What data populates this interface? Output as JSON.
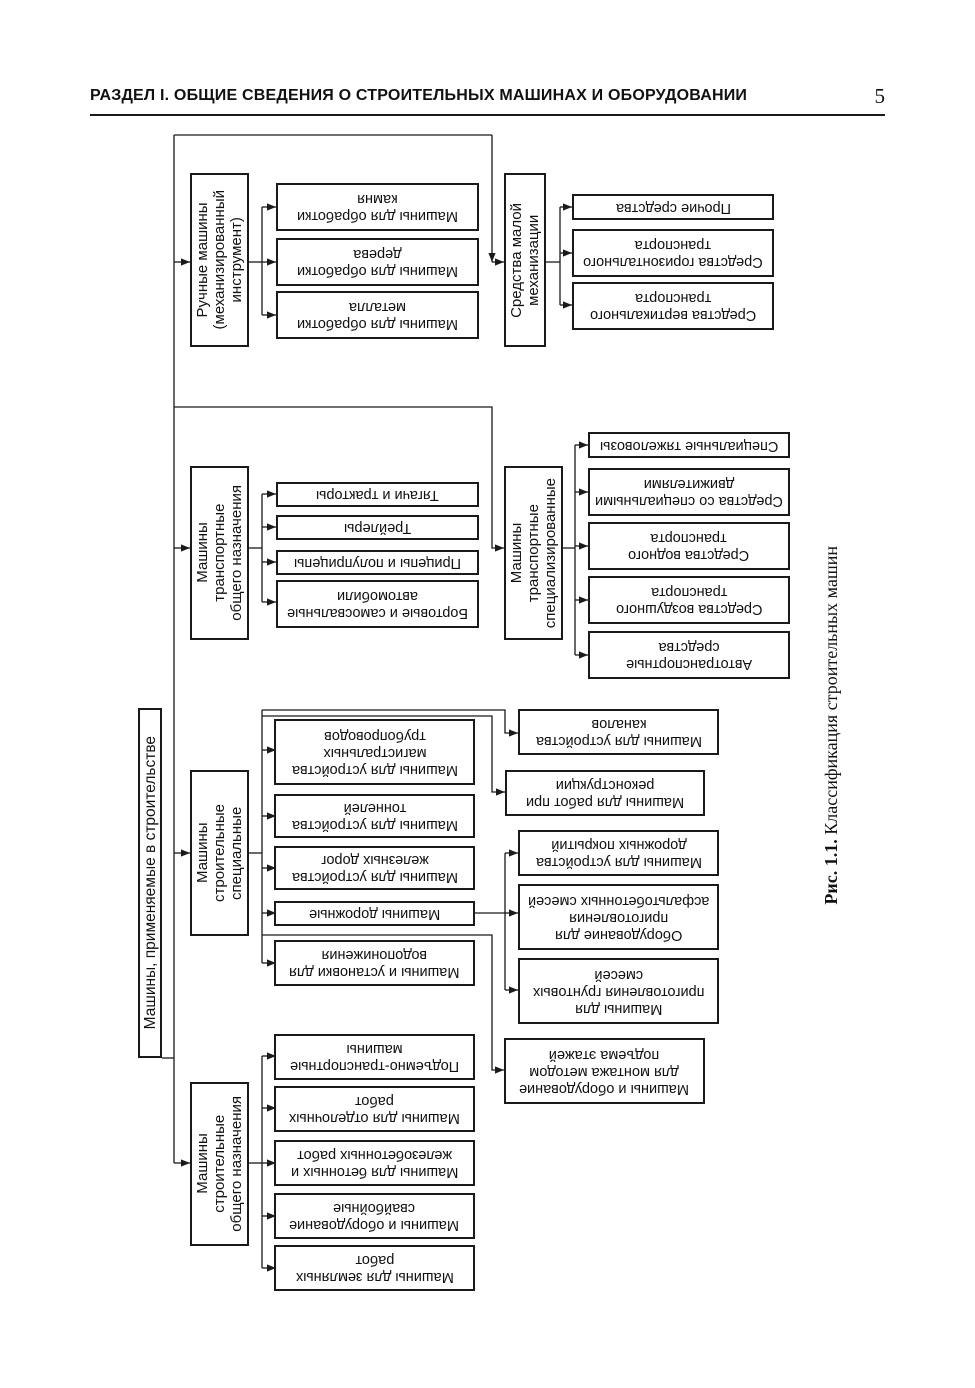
{
  "header": {
    "section_title": "Раздел I. Общие сведения о строительных машинах и оборудовании",
    "page_number": "5"
  },
  "diagram": {
    "root": "Машины, применяемые в строительстве",
    "groups": {
      "manual": {
        "label": "Ручные машины\n(механизированный\nинструмент)",
        "items": [
          "Машины для обработки\nкамня",
          "Машины для обработки\nдерева",
          "Машины для обработки\nметалла"
        ],
        "side_label": "Средства малой\nмеханизации",
        "side_items": [
          "Прочие средства",
          "Средства горизонтального\nтранспорта",
          "Средства вертикального\nтранспорта"
        ]
      },
      "transport": {
        "label": "Машины\nтранспортные\nобщего назначения",
        "items": [
          "Тягачи и тракторы",
          "Трейлеры",
          "Прицепы и полуприцепы",
          "Бортовые и самосвальные\nавтомобили"
        ],
        "side_label": "Машины\nтранспортные\nспециализированные",
        "side_items": [
          "Специальные тяжеловозы",
          "Средства со специальными\nдвижителями",
          "Средства водного\nтранспорта",
          "Средства воздушного\nтранспорта",
          "Автотранспортные\nсредства"
        ]
      },
      "special": {
        "label": "Машины\nстроительные\nспециальные",
        "items": [
          "Машины для устройства\nмагистральных\nтрубопроводов",
          "Машины для устройства\nтоннелей",
          "Машины для устройства\nжелезных дорог",
          "Машины дорожные",
          "Машины и установки для\nводопонижения"
        ],
        "side_items": [
          "Машины для устройства\nканалов",
          "Машины для работ при\nреконструкции"
        ],
        "road_items": [
          "Машины для устройства\nдорожных покрытий",
          "Оборудование для\nприготовления\nасфальтобетонных смесей",
          "Машины для\nприготовления грунтовых\nсмесей"
        ]
      },
      "general": {
        "label": "Машины\nстроительные\nобщего назначения",
        "items": [
          "Подъемно-транспортные\nмашины",
          "Машины для отделочных\nработ",
          "Машины для бетонных и\nжелезобетонных работ",
          "Машины и оборудование\nсвайбойные",
          "Машины для земляных\nработ"
        ],
        "side_items": [
          "Машины и оборудование\nдля монтажа методом\nподъема этажей"
        ]
      }
    }
  },
  "caption": {
    "label": "Рис. 1.1.",
    "text": "Классификация строительных машин"
  }
}
